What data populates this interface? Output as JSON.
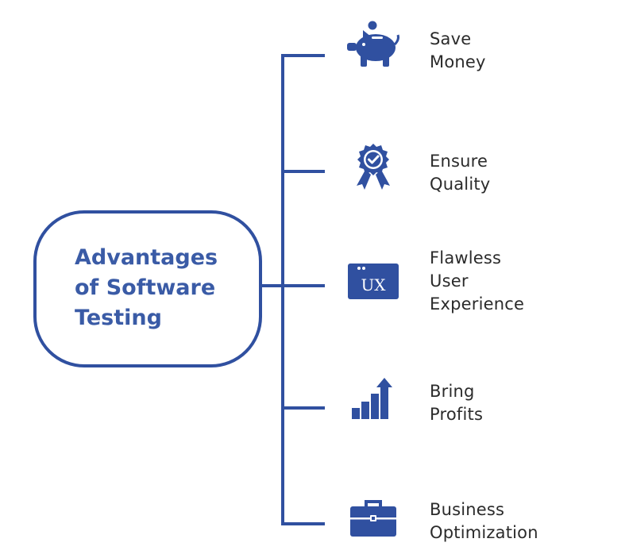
{
  "title": "Advantages\nof Software\nTesting",
  "colors": {
    "primary": "#3050a0",
    "title_text": "#3a5ba6",
    "label_text": "#2b2b2b"
  },
  "items": [
    {
      "label": "Save\nMoney",
      "icon": "piggy-bank-icon"
    },
    {
      "label": "Ensure\nQuality",
      "icon": "quality-badge-icon"
    },
    {
      "label": "Flawless\nUser\nExperience",
      "icon": "ux-window-icon",
      "icon_text": "UX"
    },
    {
      "label": "Bring\nProfits",
      "icon": "growth-chart-icon"
    },
    {
      "label": "Business\nOptimization",
      "icon": "briefcase-icon"
    }
  ]
}
